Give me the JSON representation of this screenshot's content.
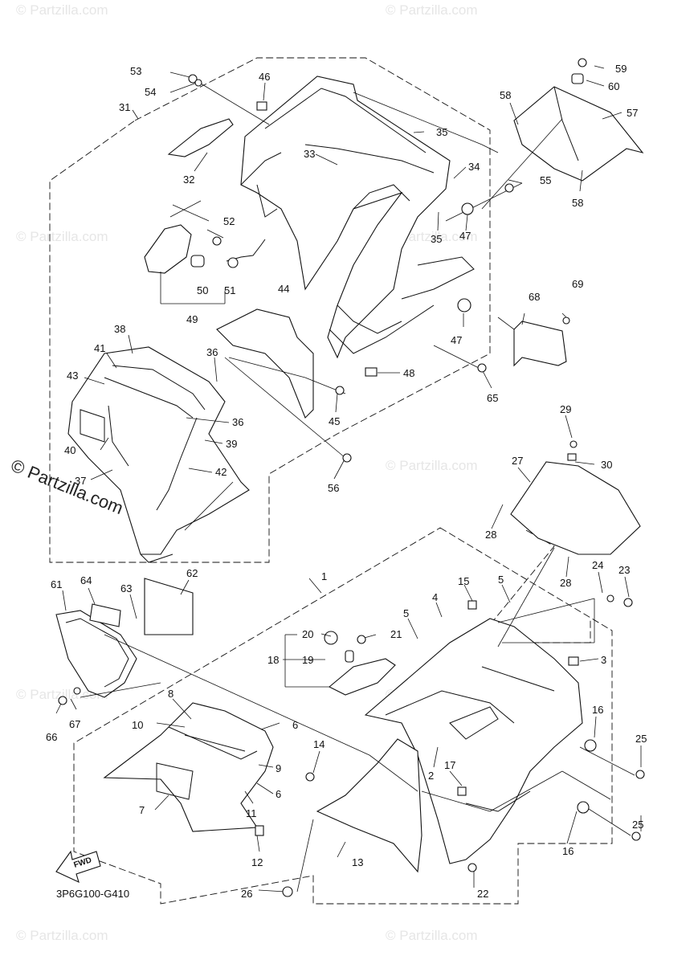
{
  "watermark": {
    "text": "© Partzilla.com",
    "large_text": "© Partzilla.com"
  },
  "diagram_code": "3P6G100-G410",
  "fwd_label": "FWD",
  "part_labels": {
    "1": "1",
    "2": "2",
    "3": "3",
    "4": "4",
    "5": "5",
    "6": "6",
    "7": "7",
    "8": "8",
    "9": "9",
    "10": "10",
    "11": "11",
    "12": "12",
    "13": "13",
    "14": "14",
    "15": "15",
    "16": "16",
    "17": "17",
    "18": "18",
    "19": "19",
    "20": "20",
    "21": "21",
    "22": "22",
    "23": "23",
    "24": "24",
    "25": "25",
    "26": "26",
    "27": "27",
    "28": "28",
    "29": "29",
    "30": "30",
    "31": "31",
    "32": "32",
    "33": "33",
    "34": "34",
    "35": "35",
    "36": "36",
    "37": "37",
    "38": "38",
    "39": "39",
    "40": "40",
    "41": "41",
    "42": "42",
    "43": "43",
    "44": "44",
    "45": "45",
    "46": "46",
    "47": "47",
    "48": "48",
    "49": "49",
    "50": "50",
    "51": "51",
    "52": "52",
    "53": "53",
    "54": "54",
    "55": "55",
    "56": "56",
    "57": "57",
    "58": "58",
    "59": "59",
    "60": "60",
    "61": "61",
    "62": "62",
    "63": "63",
    "64": "64",
    "65": "65",
    "66": "66",
    "67": "67",
    "68": "68",
    "69": "69"
  }
}
